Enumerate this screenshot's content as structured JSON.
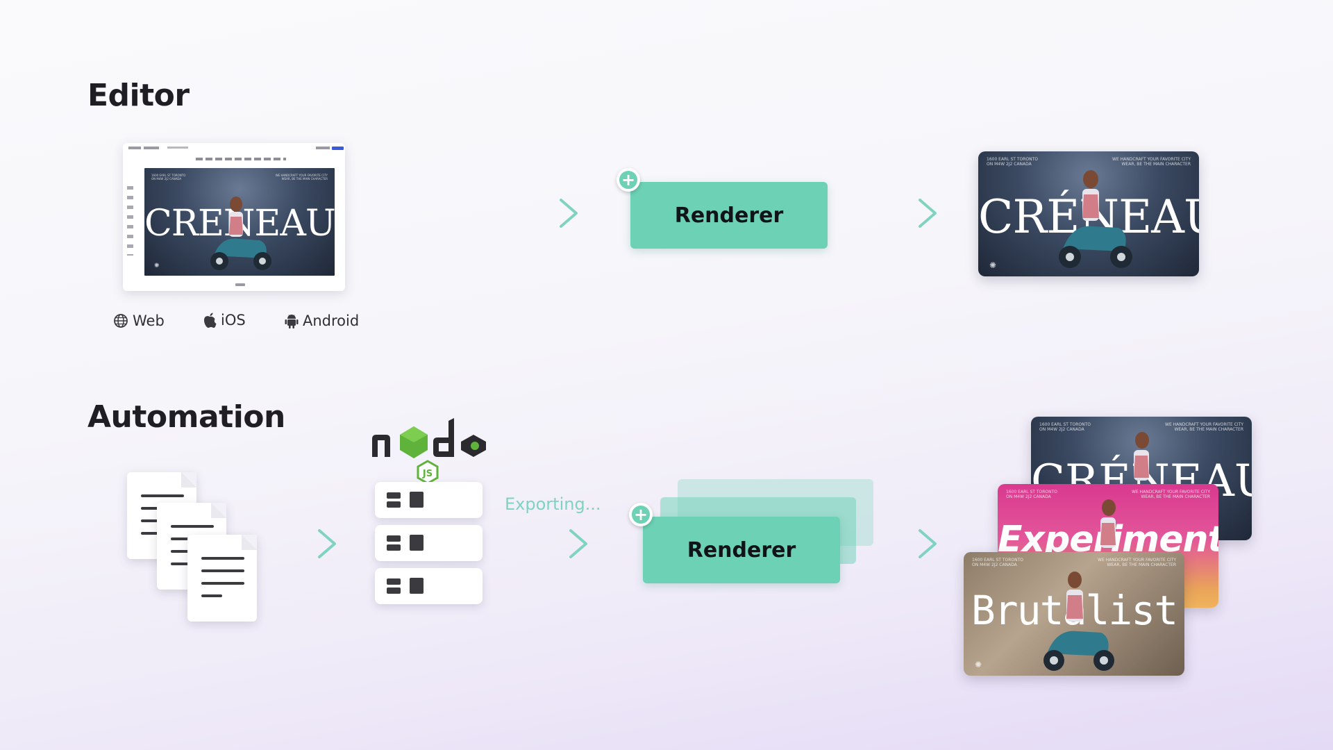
{
  "editor": {
    "heading": "Editor",
    "preview_word": "CRENEAU",
    "output_word": "CRÉNEAU",
    "card_top_left": "1600 EARL ST TORONTO\nON M4W 2J2 CANADA",
    "card_top_right": "WE HANDCRAFT YOUR FAVORITE CITY\nWEAR, BE THE MAIN CHARACTER",
    "platforms": [
      {
        "label": "Web",
        "icon": "globe-icon"
      },
      {
        "label": "iOS",
        "icon": "apple-icon"
      },
      {
        "label": "Android",
        "icon": "android-icon"
      }
    ],
    "renderer_label": "Renderer"
  },
  "automation": {
    "heading": "Automation",
    "status_text": "Exporting...",
    "renderer_label": "Renderer",
    "outputs": [
      {
        "word": "CRÉNEAU"
      },
      {
        "word": "Experiment"
      },
      {
        "word": "Brutalist"
      }
    ],
    "node_logo_icon": "nodejs-logo-icon"
  },
  "colors": {
    "accent": "#6cd1b5",
    "arrow": "#7fd3c0",
    "heading": "#1e1e24",
    "pink_card": "#d9398f",
    "sand_card": "#b7a48e"
  }
}
